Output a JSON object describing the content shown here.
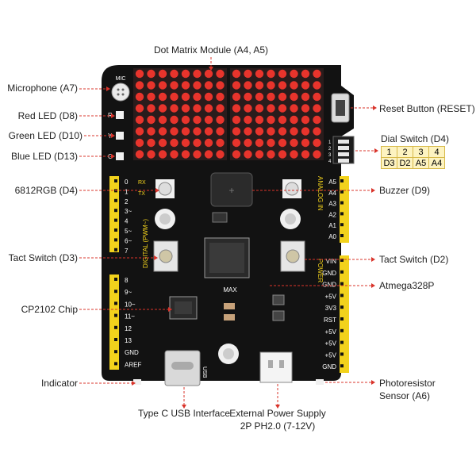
{
  "labels": {
    "dot_matrix": "Dot Matrix Module (A4, A5)",
    "microphone": "Microphone (A7)",
    "red_led": "Red LED (D8)",
    "green_led": "Green LED (D10)",
    "blue_led": "Blue LED (D13)",
    "rgb": "6812RGB (D4)",
    "tact_d3": "Tact Switch (D3)",
    "cp2102": "CP2102 Chip",
    "indicator": "Indicator",
    "usb": "Type C USB Interface",
    "power_line1": "External Power Supply",
    "power_line2": "2P PH2.0 (7-12V)",
    "reset": "Reset Button (RESET)",
    "dial_switch": "Dial Switch (D4)",
    "buzzer": "Buzzer (D9)",
    "tact_d2": "Tact Switch (D2)",
    "atmega": "Atmega328P",
    "photo_line1": "Photoresistor",
    "photo_line2": "Sensor (A6)"
  },
  "dial_table": {
    "row1": [
      "1",
      "2",
      "3",
      "4"
    ],
    "row2": [
      "D3",
      "D2",
      "A5",
      "A4"
    ]
  },
  "board": {
    "mic": "MIC",
    "led_r": "R",
    "led_y": "Y",
    "led_g": "G",
    "rx": "RX",
    "tx": "TX",
    "digital": "DIGITAL (PWM~)",
    "analog": "ANALOG IN",
    "power": "POWER",
    "max": "MAX",
    "usb": "USB",
    "dial_labels": [
      "1",
      "2",
      "3",
      "4"
    ],
    "left_pins_top": [
      "0",
      "1",
      "2",
      "3~",
      "4",
      "5~",
      "6~",
      "7"
    ],
    "left_pins_bottom": [
      "8",
      "9~",
      "10~",
      "11~",
      "12",
      "13",
      "GND",
      "AREF"
    ],
    "right_pins_analog": [
      "A5",
      "A4",
      "A3",
      "A2",
      "A1",
      "A0"
    ],
    "right_pins_power": [
      "VIN",
      "GND",
      "GND",
      "+5V",
      "3V3",
      "RST",
      "+5V",
      "+5V",
      "+5V",
      "GND"
    ]
  },
  "colors": {
    "board": "#121212",
    "pin_header": "#f2d21c",
    "matrix_led": "#e8342c",
    "line": "#d9342b",
    "table_bg": "#fdf3c0",
    "table_border": "#d7b94a"
  }
}
